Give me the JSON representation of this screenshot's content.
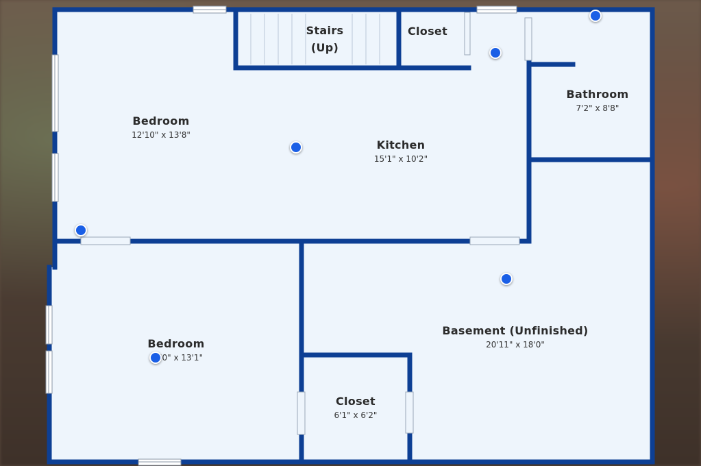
{
  "floorplan": {
    "rooms": {
      "bedroom_top": {
        "name": "Bedroom",
        "dim": "12'10\" x 13'8\""
      },
      "kitchen": {
        "name": "Kitchen",
        "dim": "15'1\" x 10'2\""
      },
      "stairs": {
        "name_line1": "Stairs",
        "name_line2": "(Up)"
      },
      "closet_top": {
        "name": "Closet"
      },
      "bathroom": {
        "name": "Bathroom",
        "dim": "7'2\" x 8'8\""
      },
      "bedroom_bottom": {
        "name": "Bedroom",
        "dim": "10'0\" x 13'1\""
      },
      "basement": {
        "name": "Basement (Unfinished)",
        "dim": "20'11\" x 18'0\""
      },
      "closet_bottom": {
        "name": "Closet",
        "dim": "6'1\" x 6'2\""
      }
    },
    "colors": {
      "wall": "#0d3f94",
      "floor": "#eef5fc",
      "hotspot": "#1a5fe6"
    },
    "hotspot_icon": "camera-location-dot"
  }
}
